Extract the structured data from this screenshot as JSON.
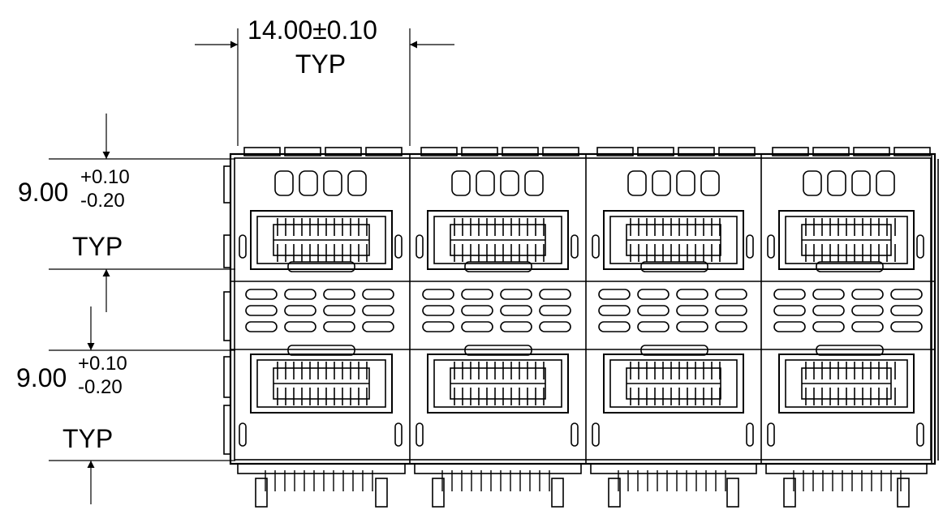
{
  "dimensions": {
    "width": {
      "value": "14.00±0.10",
      "label": "TYP"
    },
    "upper_height": {
      "nominal": "9.00",
      "tol_plus": "+0.10",
      "tol_minus": "-0.20",
      "label": "TYP"
    },
    "lower_height": {
      "nominal": "9.00",
      "tol_plus": "+0.10",
      "tol_minus": "-0.20",
      "label": "TYP"
    }
  },
  "assembly": {
    "columns": 4,
    "rows": 2
  }
}
